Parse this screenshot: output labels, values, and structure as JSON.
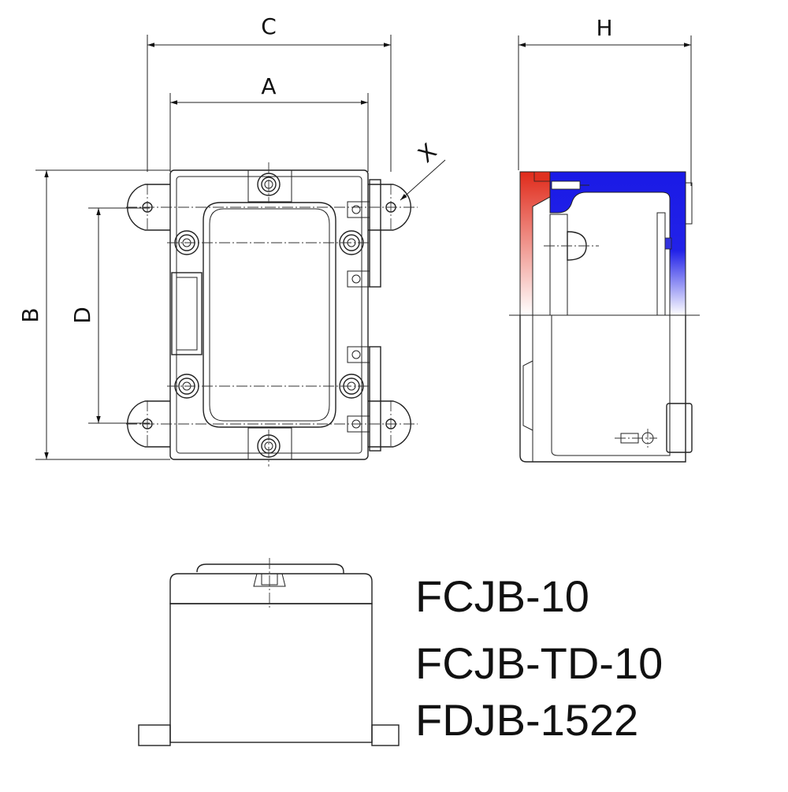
{
  "dimensions": {
    "width_outer": "C",
    "width_inner": "A",
    "height_outer": "B",
    "height_inner": "D",
    "depth": "H",
    "detail": "X"
  },
  "models": [
    "FCJB-10",
    "FCJB-TD-10",
    "FDJB-1522"
  ],
  "colors": {
    "line": "#222222",
    "section_red": "#e03020",
    "section_blue": "#1a1ae0"
  }
}
